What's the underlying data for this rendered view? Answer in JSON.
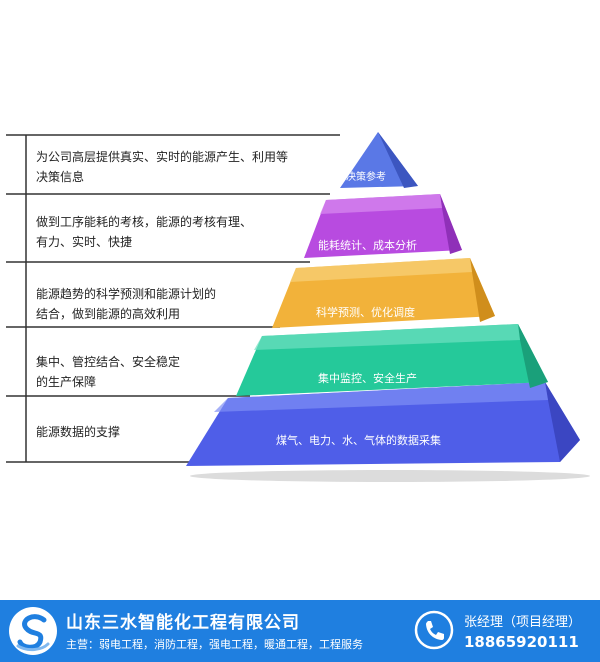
{
  "pyramid": {
    "levels": [
      {
        "label": "决策参考",
        "description": "为公司高层提供真实、实时的能源产生、利用等\n决策信息",
        "color": "#5a78e6"
      },
      {
        "label": "能耗统计、成本分析",
        "description": "做到工序能耗的考核，能源的考核有理、\n有力、实时、快捷",
        "color": "#b84be0"
      },
      {
        "label": "科学预测、优化调度",
        "description": "能源趋势的科学预测和能源计划的\n结合，做到能源的高效利用",
        "color": "#f2b23a"
      },
      {
        "label": "集中监控、安全生产",
        "description": "集中、管控结合、安全稳定\n的生产保障",
        "color": "#25c99a"
      },
      {
        "label": "煤气、电力、水、气体的数据采集",
        "description": "能源数据的支撑",
        "color": "#4f5ee8"
      }
    ]
  },
  "footer": {
    "company": "山东三水智能化工程有限公司",
    "services": "主营：弱电工程，消防工程，强电工程，暖通工程，工程服务",
    "contact_name": "张经理（项目经理）",
    "contact_phone": "18865920111",
    "logo_icon": "swirl-logo-icon",
    "phone_icon": "phone-icon"
  }
}
